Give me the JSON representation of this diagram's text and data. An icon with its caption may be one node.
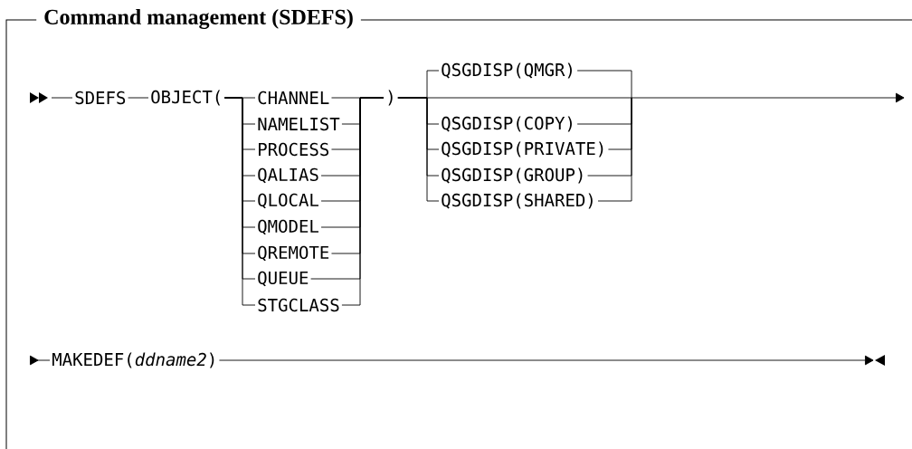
{
  "diagram": {
    "title": "Command management (SDEFS)",
    "nodes": [
      {
        "text": [
          "SDEFS"
        ]
      },
      {
        "text": [
          "OBJECT("
        ]
      },
      {
        "text": [
          "CHANNEL"
        ]
      },
      {
        "text": [
          "NAMELIST"
        ]
      },
      {
        "text": [
          "PROCESS"
        ]
      },
      {
        "text": [
          "QALIAS"
        ]
      },
      {
        "text": [
          "QLOCAL"
        ]
      },
      {
        "text": [
          "QMODEL"
        ]
      },
      {
        "text": [
          "QREMOTE"
        ]
      },
      {
        "text": [
          "QUEUE"
        ]
      },
      {
        "text": [
          "STGCLASS"
        ]
      },
      {
        "text": [
          ")"
        ]
      },
      {
        "text": [
          "QSGDISP(QMGR)"
        ]
      },
      {
        "text": [
          "QSGDISP(COPY)"
        ]
      },
      {
        "text": [
          "QSGDISP(PRIVATE)"
        ]
      },
      {
        "text": [
          "QSGDISP(GROUP)"
        ]
      },
      {
        "text": [
          "QSGDISP(SHARED)"
        ]
      },
      {
        "text": [
          "MAKEDEF(*ddname2*)"
        ]
      }
    ],
    "edges": [
      {
        "from": null,
        "to": 0,
        "arrow": "none"
      },
      {
        "from": 0,
        "to": 1,
        "arrow": "none"
      },
      {
        "from": 1,
        "to": 2,
        "arrow": "none"
      },
      {
        "from": 1,
        "to": 3,
        "arrow": "none"
      },
      {
        "from": 1,
        "to": 4,
        "arrow": "none"
      },
      {
        "from": 1,
        "to": 5,
        "arrow": "none"
      },
      {
        "from": 1,
        "to": 6,
        "arrow": "none"
      },
      {
        "from": 1,
        "to": 7,
        "arrow": "none"
      },
      {
        "from": 1,
        "to": 8,
        "arrow": "none"
      },
      {
        "from": 1,
        "to": 9,
        "arrow": "none"
      },
      {
        "from": 1,
        "to": 10,
        "arrow": "none"
      },
      {
        "from": 2,
        "to": 11,
        "arrow": "none"
      },
      {
        "from": 3,
        "to": 11,
        "arrow": "none"
      },
      {
        "from": 4,
        "to": 11,
        "arrow": "none"
      },
      {
        "from": 5,
        "to": 11,
        "arrow": "none"
      },
      {
        "from": 6,
        "to": 11,
        "arrow": "none"
      },
      {
        "from": 7,
        "to": 11,
        "arrow": "none"
      },
      {
        "from": 8,
        "to": 11,
        "arrow": "none"
      },
      {
        "from": 9,
        "to": 11,
        "arrow": "none"
      },
      {
        "from": 10,
        "to": 11,
        "arrow": "none"
      },
      {
        "from": 11,
        "to": 12,
        "arrow": "none"
      },
      {
        "from": 11,
        "to": 13,
        "arrow": "none"
      },
      {
        "from": 11,
        "to": 14,
        "arrow": "none"
      },
      {
        "from": 11,
        "to": 15,
        "arrow": "none"
      },
      {
        "from": 11,
        "to": 16,
        "arrow": "none"
      },
      {
        "from": 12,
        "to": null,
        "arrow": "none"
      },
      {
        "from": 13,
        "to": null,
        "arrow": "none"
      },
      {
        "from": 14,
        "to": null,
        "arrow": "none"
      },
      {
        "from": 15,
        "to": null,
        "arrow": "none"
      },
      {
        "from": 16,
        "to": null,
        "arrow": "none"
      },
      {
        "from": 11,
        "to": null,
        "arrow": "to"
      },
      {
        "from": null,
        "to": 17,
        "arrow": "to"
      },
      {
        "from": 17,
        "to": null,
        "arrow": "to"
      }
    ]
  }
}
